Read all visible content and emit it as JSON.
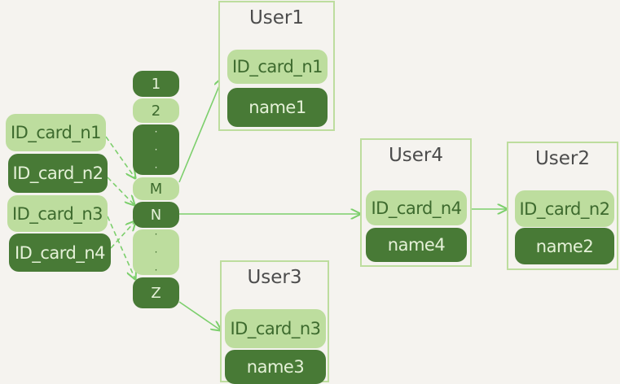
{
  "keys": [
    {
      "label": "ID_card_n1",
      "style": "light"
    },
    {
      "label": "ID_card_n2",
      "style": "dark"
    },
    {
      "label": "ID_card_n3",
      "style": "light"
    },
    {
      "label": "ID_card_n4",
      "style": "dark"
    }
  ],
  "buckets": [
    {
      "label": "1",
      "style": "dark"
    },
    {
      "label": "2",
      "style": "light"
    },
    {
      "label": "",
      "style": "dark",
      "dots": true
    },
    {
      "label": "M",
      "style": "light"
    },
    {
      "label": "N",
      "style": "dark"
    },
    {
      "label": "",
      "style": "light",
      "dots": true
    },
    {
      "label": "Z",
      "style": "dark"
    }
  ],
  "users": [
    {
      "title": "User1",
      "id_card": "ID_card_n1",
      "name": "name1"
    },
    {
      "title": "User4",
      "id_card": "ID_card_n4",
      "name": "name4"
    },
    {
      "title": "User2",
      "id_card": "ID_card_n2",
      "name": "name2"
    },
    {
      "title": "User3",
      "id_card": "ID_card_n3",
      "name": "name3"
    }
  ],
  "colors": {
    "light_green": "#bddd9e",
    "dark_green": "#487a36",
    "arrow": "#7ccf6c",
    "background": "#f5f3ef"
  }
}
